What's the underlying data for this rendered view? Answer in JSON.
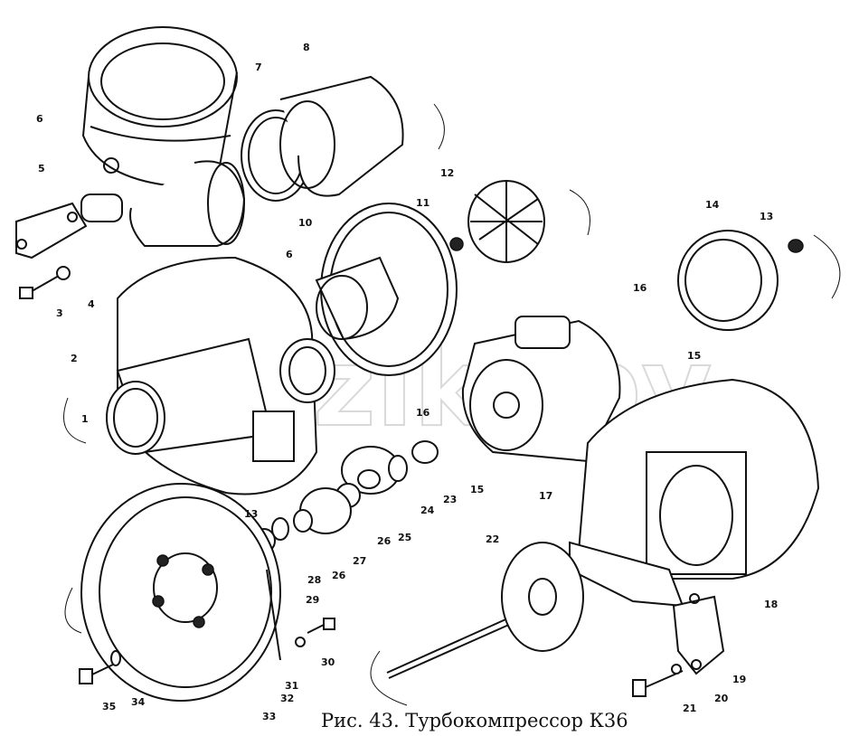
{
  "caption": "Рис. 43. Турбокомпрессор К36",
  "watermark": "maziki.by",
  "callouts": [
    "1",
    "2",
    "3",
    "4",
    "5",
    "6",
    "6",
    "7",
    "8",
    "10",
    "11",
    "12",
    "13",
    "13",
    "14",
    "15",
    "15",
    "16",
    "16",
    "17",
    "18",
    "19",
    "20",
    "21",
    "22",
    "23",
    "24",
    "25",
    "26",
    "26",
    "27",
    "28",
    "29",
    "30",
    "31",
    "32",
    "33",
    "34",
    "35"
  ]
}
